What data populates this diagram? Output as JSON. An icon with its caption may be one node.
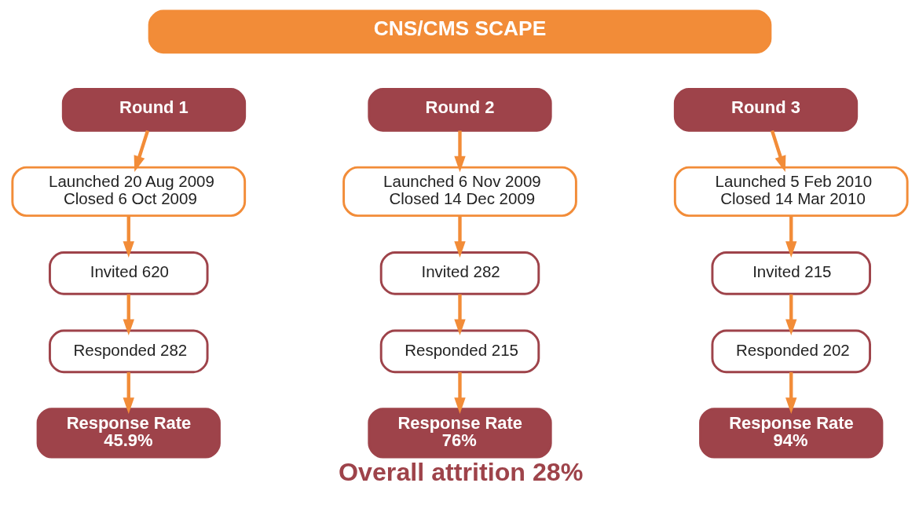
{
  "diagram": {
    "caption": "Overall attrition 28%",
    "nodes": [
      {
        "text": [
          "CNS/CMS SCAPE"
        ]
      },
      {
        "text": [
          "Round 1"
        ]
      },
      {
        "text": [
          "Launched 20 Aug 2009",
          "Closed 6 Oct 2009"
        ]
      },
      {
        "text": [
          "Invited 620"
        ]
      },
      {
        "text": [
          "Responded 282"
        ]
      },
      {
        "text": [
          "Response Rate",
          "45.9%"
        ]
      },
      {
        "text": [
          "Round 2"
        ]
      },
      {
        "text": [
          "Launched 6 Nov 2009",
          "Closed 14 Dec 2009"
        ]
      },
      {
        "text": [
          "Invited 282"
        ]
      },
      {
        "text": [
          "Responded 215"
        ]
      },
      {
        "text": [
          "Response Rate",
          "76%"
        ]
      },
      {
        "text": [
          "Round 3"
        ]
      },
      {
        "text": [
          "Launched 5 Feb 2010",
          "Closed 14 Mar 2010"
        ]
      },
      {
        "text": [
          "Invited 215"
        ]
      },
      {
        "text": [
          "Responded 202"
        ]
      },
      {
        "text": [
          "Response Rate",
          "94%"
        ]
      }
    ],
    "edges": [
      {
        "from": 1,
        "to": 2,
        "arrow": "to"
      },
      {
        "from": 2,
        "to": 3,
        "arrow": "to"
      },
      {
        "from": 3,
        "to": 4,
        "arrow": "to"
      },
      {
        "from": 4,
        "to": 5,
        "arrow": "to"
      },
      {
        "from": 6,
        "to": 7,
        "arrow": "to"
      },
      {
        "from": 7,
        "to": 8,
        "arrow": "to"
      },
      {
        "from": 8,
        "to": 9,
        "arrow": "to"
      },
      {
        "from": 9,
        "to": 10,
        "arrow": "to"
      },
      {
        "from": 11,
        "to": 12,
        "arrow": "to"
      },
      {
        "from": 12,
        "to": 13,
        "arrow": "to"
      },
      {
        "from": 13,
        "to": 14,
        "arrow": "to"
      },
      {
        "from": 14,
        "to": 15,
        "arrow": "to"
      }
    ]
  }
}
